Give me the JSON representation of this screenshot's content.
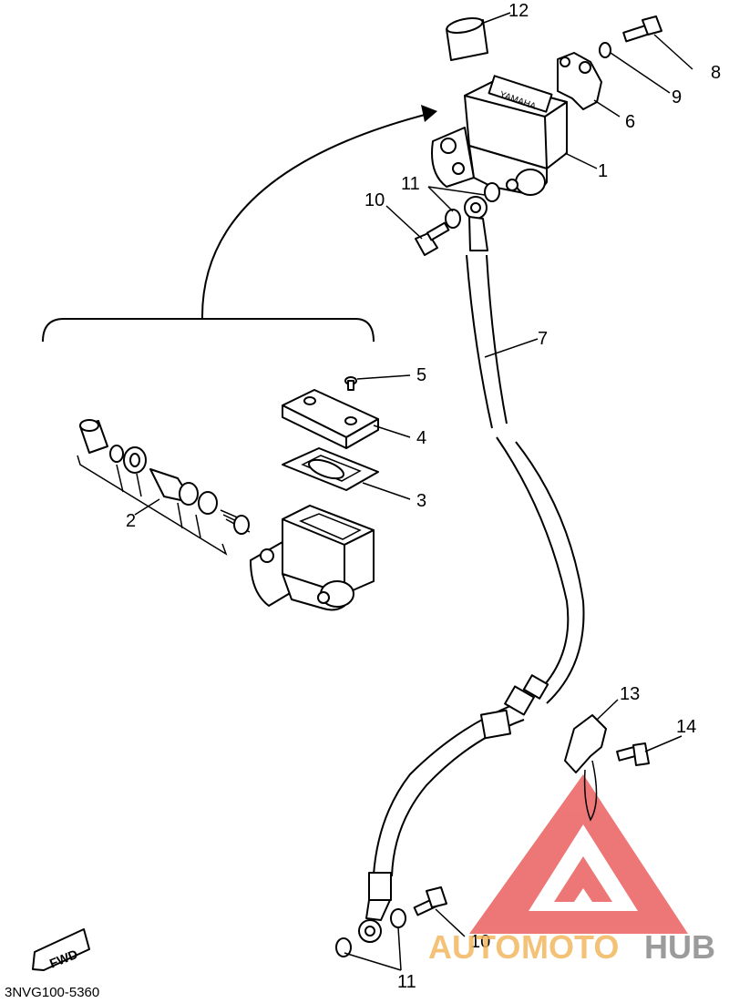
{
  "callouts": [
    {
      "num": "1",
      "label": "1"
    },
    {
      "num": "2",
      "label": "2"
    },
    {
      "num": "3",
      "label": "3"
    },
    {
      "num": "4",
      "label": "4"
    },
    {
      "num": "5",
      "label": "5"
    },
    {
      "num": "6",
      "label": "6"
    },
    {
      "num": "7",
      "label": "7"
    },
    {
      "num": "8",
      "label": "8"
    },
    {
      "num": "9",
      "label": "9"
    },
    {
      "num": "10",
      "label": "10"
    },
    {
      "num": "11",
      "label": "11"
    },
    {
      "num": "12",
      "label": "12"
    },
    {
      "num": "13",
      "label": "13"
    },
    {
      "num": "14",
      "label": "14"
    },
    {
      "num": "10b",
      "label": "10"
    },
    {
      "num": "11b",
      "label": "11"
    }
  ],
  "reservoir_brand": "YAMAHA",
  "fwd_label": "FWD",
  "diagram_code": "3NVG100-5360",
  "watermark": {
    "text_part1": "AUTO",
    "text_part2": "MOTO",
    "text_part3": "HUB",
    "colors": {
      "triangle": "#e84a4a",
      "auto": "#f2b860",
      "moto": "#f2b860",
      "hub": "#8a8a8a"
    }
  }
}
